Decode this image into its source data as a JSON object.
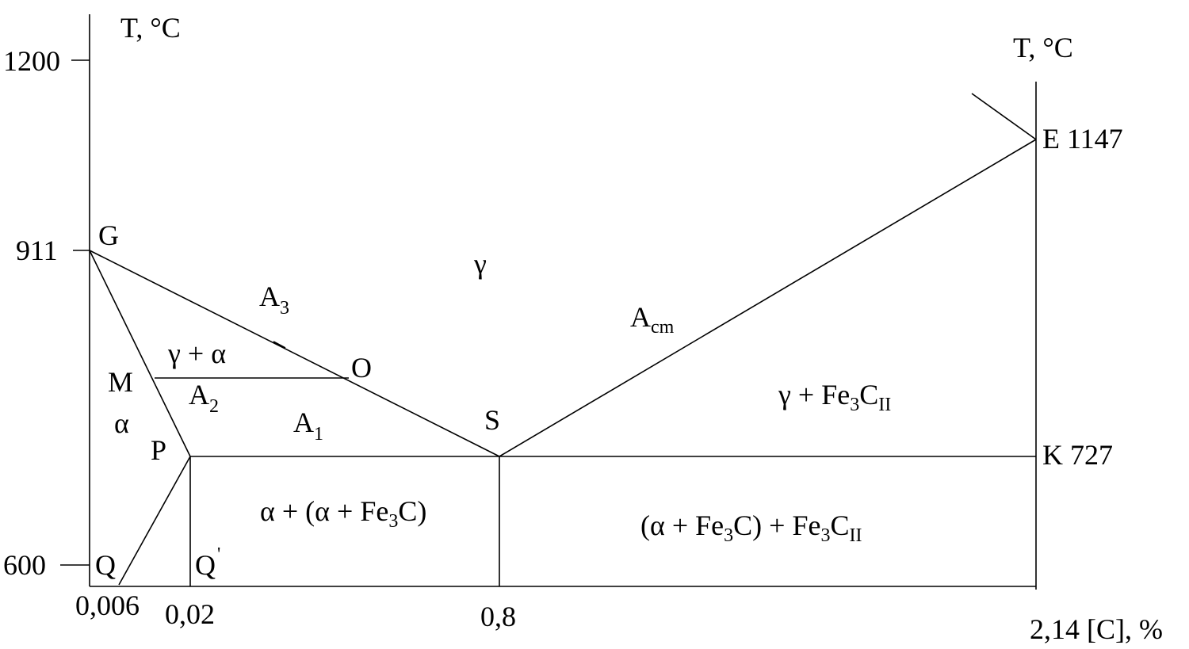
{
  "diagram": {
    "axis_title_left": "T, °C",
    "axis_title_right": "T, °C",
    "y_ticks": {
      "t1200": "1200",
      "t911": "911",
      "t600": "600"
    },
    "x_ticks": {
      "x0006": "0,006",
      "x002": "0,02",
      "x08": "0,8",
      "x214": "2,14 [C], %"
    },
    "points": {
      "G": "G",
      "M": "M",
      "P": "P",
      "Q": "Q",
      "Qprime_base": "Q",
      "Qprime_mark": "'",
      "O": "O",
      "S": "S",
      "E": "E 1147",
      "K": "K 727"
    },
    "lines": {
      "A3_base": "A",
      "A3_sub": "3",
      "A2_base": "A",
      "A2_sub": "2",
      "A1_base": "A",
      "A1_sub": "1",
      "Acm_base": "A",
      "Acm_sub": "cm"
    },
    "regions": {
      "gamma": "γ",
      "alpha": "α",
      "gamma_alpha": "γ + α",
      "gamma_fe3c_base": "γ + Fe",
      "gamma_fe3c_sub3": "3",
      "gamma_fe3c_c": "C",
      "gamma_fe3c_sub": "II",
      "alpha_pearlite_a": "α + (α + Fe",
      "alpha_pearlite_sub3": "3",
      "alpha_pearlite_b": "C)",
      "pearlite_cem_a": "(α + Fe",
      "pearlite_cem_sub3a": "3",
      "pearlite_cem_b": "C) + Fe",
      "pearlite_cem_sub3b": "3",
      "pearlite_cem_c": "C",
      "pearlite_cem_sub": "II"
    }
  }
}
